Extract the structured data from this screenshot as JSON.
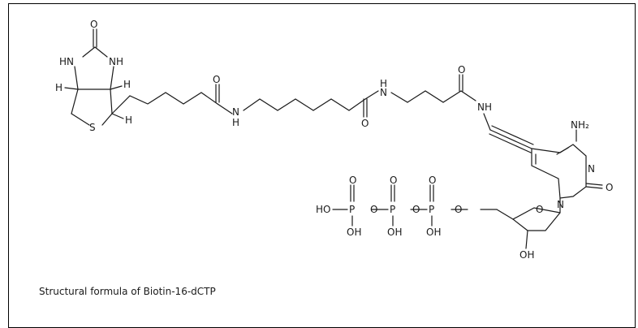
{
  "caption": "Structural formula of Biotin-16-dCTP",
  "atoms": {
    "o_urea": "O",
    "hn_left": "HN",
    "nh_right": "NH",
    "h_left": "H",
    "h_right": "H",
    "s": "S",
    "h_bottom": "H",
    "o1": "O",
    "n1": "N",
    "h1": "H",
    "o2": "O",
    "n2": "N",
    "h2": "H",
    "o3": "O",
    "nh3": "NH",
    "nh2": "NH₂",
    "n3": "N",
    "o4": "O",
    "n4": "N",
    "o_ring": "O",
    "oh_ring": "OH",
    "p1_o_top": "O",
    "p1": "P",
    "p1_ho": "HO",
    "p1_oh": "OH",
    "bridge1": "O",
    "p2_o_top": "O",
    "p2": "P",
    "p2_oh": "OH",
    "bridge2": "O",
    "p3_o_top": "O",
    "p3": "P",
    "p3_oh": "OH",
    "bridge3": "O"
  }
}
